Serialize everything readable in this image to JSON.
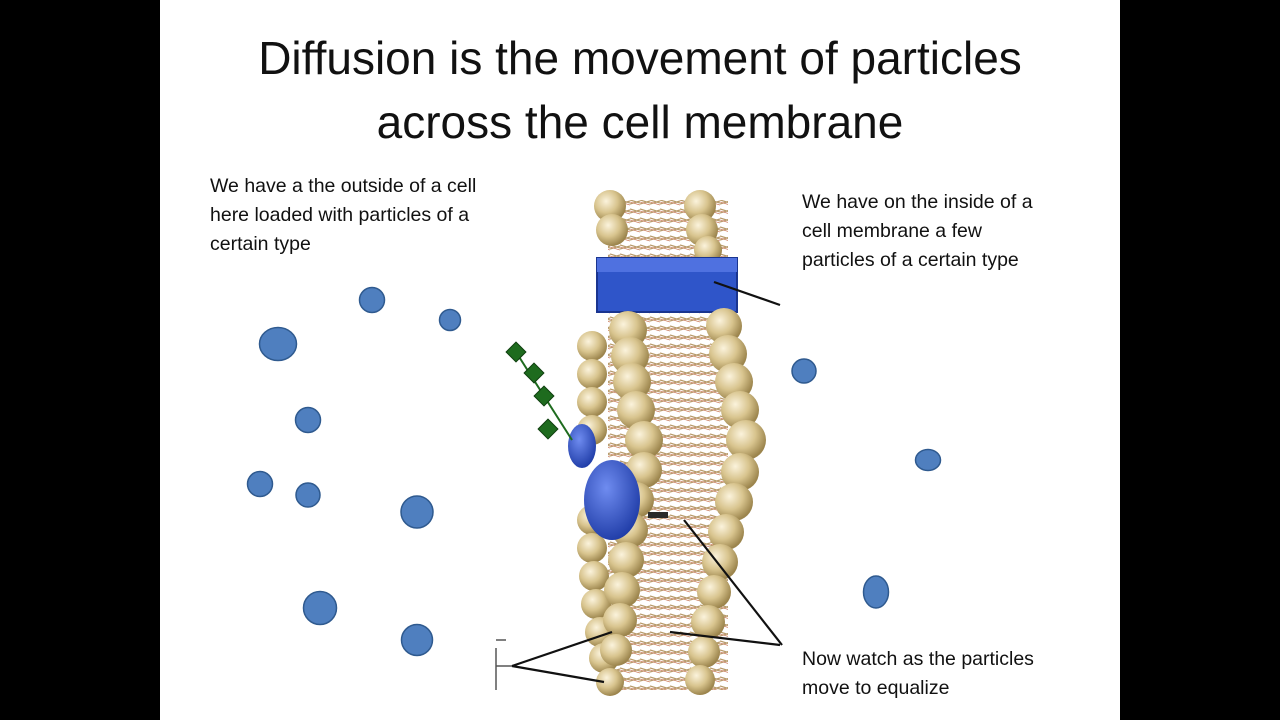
{
  "slide": {
    "title_lines": [
      "Diffusion is the movement of particles",
      "across the cell membrane"
    ]
  },
  "notes": {
    "outside": [
      "We have a the outside of a cell",
      "here loaded with particles of a",
      "certain type"
    ],
    "inside": [
      "We have on the inside of a",
      "cell  membrane  a few",
      "particles of a certain type"
    ],
    "watch": [
      "Now watch as the particles",
      "move to equalize"
    ]
  },
  "colors": {
    "particle_fill": "#4f7fbf",
    "particle_stroke": "#2f5a8f",
    "lipid_head": "#d8c48e",
    "lipid_head_shade": "#a08a52",
    "protein": "#2f55c9",
    "glyco_chain": "#1e6b1e",
    "background": "#000000",
    "slide": "#ffffff"
  }
}
